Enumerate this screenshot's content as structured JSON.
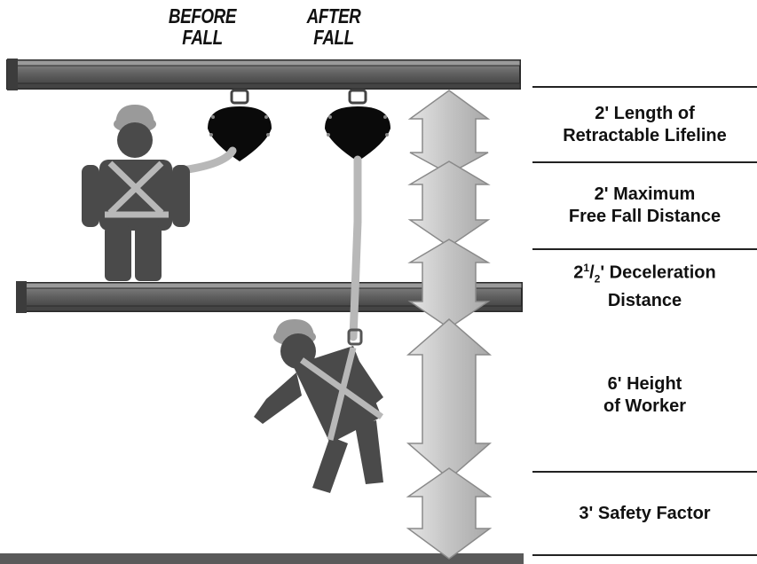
{
  "headers": {
    "before": [
      "BEFORE",
      "FALL"
    ],
    "after": [
      "AFTER",
      "FALL"
    ]
  },
  "labels": [
    {
      "id": "lifeline",
      "lines": [
        "2' Length of",
        "Retractable Lifeline"
      ]
    },
    {
      "id": "free_fall",
      "lines": [
        "2' Maximum",
        "Free Fall Distance"
      ]
    },
    {
      "id": "deceleration",
      "line1_lead": "2",
      "line1_sup": "1",
      "line1_slash": "/",
      "line1_sub": "2",
      "line1_tail": "' Deceleration",
      "line2": "Distance"
    },
    {
      "id": "height",
      "lines": [
        "6' Height",
        "of Worker"
      ]
    },
    {
      "id": "safety",
      "lines": [
        "3' Safety Factor"
      ]
    }
  ],
  "colors": {
    "beam": "#5e5e5e",
    "beam_edge": "#2a2a2a",
    "worker": "#4a4a4a",
    "harness": "#b0b0b0",
    "device": "#0a0a0a",
    "arrow": "#c8c8c8",
    "arrow_edge": "#8a8a8a"
  }
}
